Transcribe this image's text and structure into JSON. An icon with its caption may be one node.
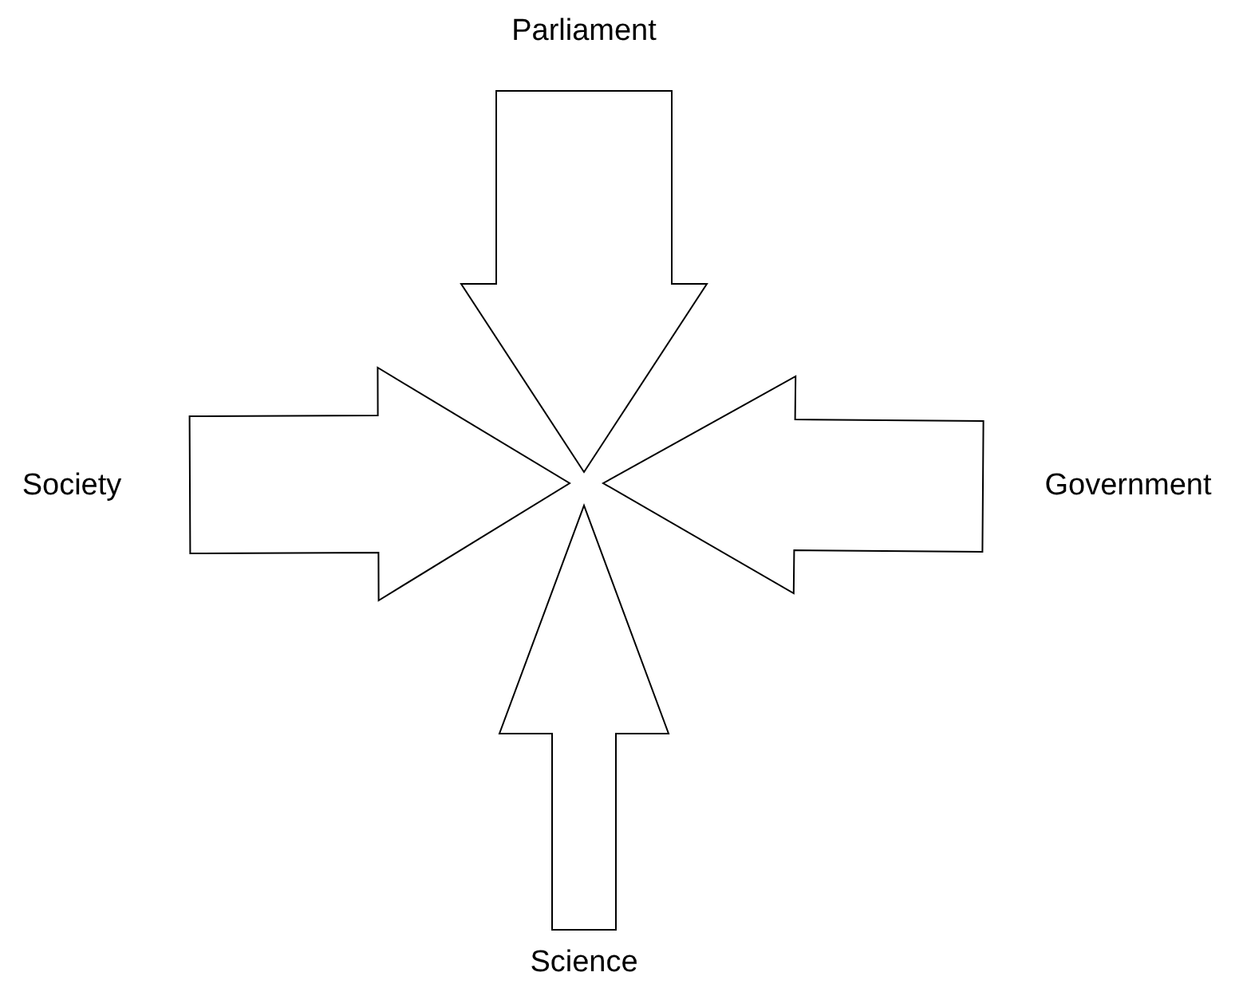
{
  "diagram": {
    "nodes": [
      {
        "text": [
          "Parliament"
        ]
      },
      {
        "text": [
          "Society"
        ]
      },
      {
        "text": [
          "Government"
        ]
      },
      {
        "text": [
          "Science"
        ]
      }
    ]
  }
}
